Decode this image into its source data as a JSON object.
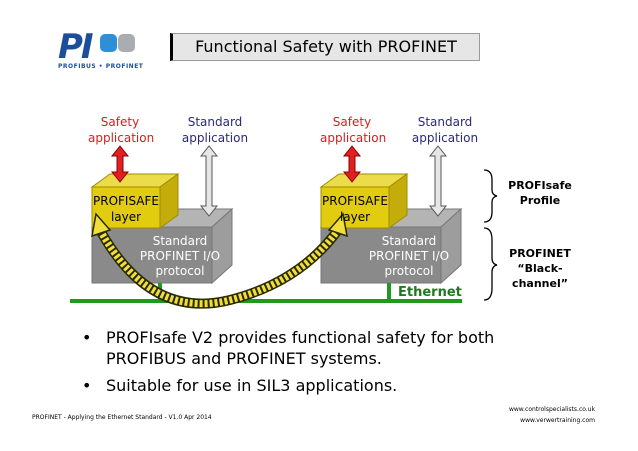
{
  "logo": {
    "mark": "PI",
    "subtitle": "PROFIBUS • PROFINET",
    "colors": [
      "#1b4f9c",
      "#2f8fd6",
      "#a9acb0"
    ]
  },
  "title": "Functional Safety with PROFINET",
  "diagram": {
    "safety_application": [
      "Safety",
      "application"
    ],
    "standard_application": [
      "Standard",
      "application"
    ],
    "profisafe_layer": [
      "PROFISAFE",
      "layer"
    ],
    "standard_protocol": [
      "Standard",
      "PROFINET I/O",
      "protocol"
    ],
    "ethernet_label": "Ethernet",
    "profisafe_profile": [
      "PROFIsafe",
      "Profile"
    ],
    "profinet_black_channel": [
      "PROFINET",
      "“Black-",
      "channel”"
    ],
    "colors": {
      "safety_arrow": "#e02020",
      "standard_arrow": "#e0e0e0",
      "profisafe_layer": "#e2cc10",
      "protocol_box": "#8a8a8a",
      "ethernet": "#1e9a1e"
    }
  },
  "bullets": [
    [
      "PROFIsafe V2 provides functional safety for both",
      "PROFIBUS and PROFINET systems."
    ],
    [
      "Suitable for use in SIL3 applications."
    ]
  ],
  "footer": {
    "left": "PROFINET - Applying the Ethernet Standard - V1.0 Apr 2014",
    "right": [
      "www.controlspecialists.co.uk",
      "www.verwertraining.com"
    ]
  }
}
